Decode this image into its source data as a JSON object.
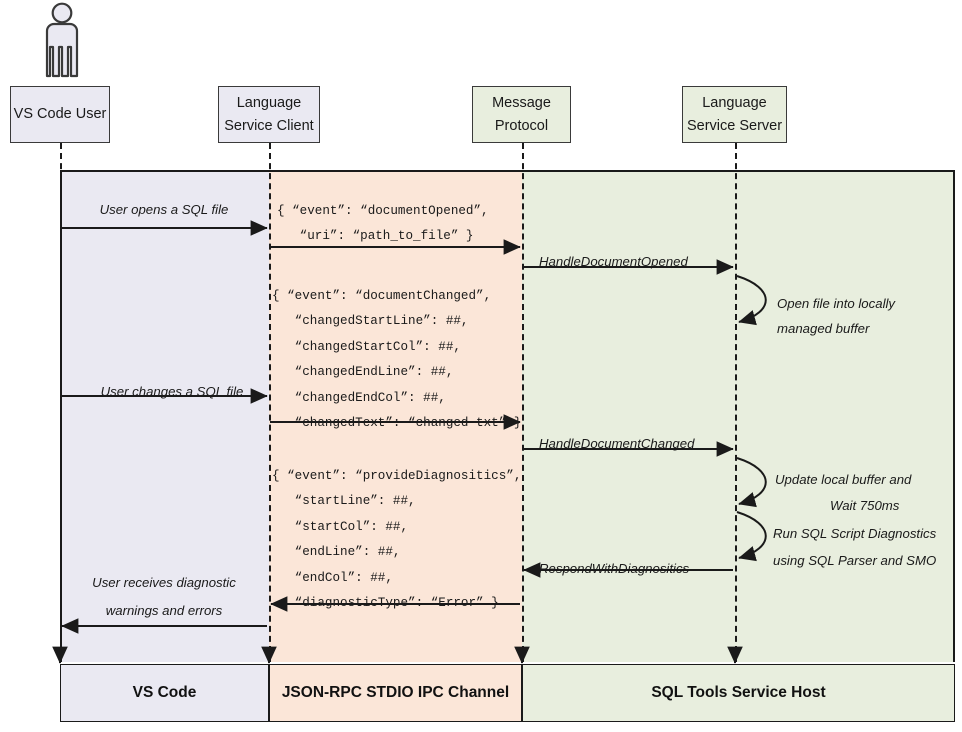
{
  "diagram": {
    "type": "sequence-diagram",
    "colors": {
      "vscode_band": "#eae9f2",
      "ipc_band": "#fbe6d8",
      "host_band": "#e8eede",
      "stroke": "#1a1a1a"
    }
  },
  "actor": {
    "name": "vs-code-user-actor"
  },
  "lifelines": [
    {
      "id": "vscode-user",
      "line1": "VS Code User",
      "line2": ""
    },
    {
      "id": "language-service-client",
      "line1": "Language",
      "line2": "Service Client"
    },
    {
      "id": "message-protocol",
      "line1": "Message",
      "line2": "Protocol"
    },
    {
      "id": "language-service-server",
      "line1": "Language",
      "line2": "Service Server"
    }
  ],
  "messages": {
    "user_opens": "User opens a SQL file",
    "user_changes": "User changes a SQL file",
    "user_receives_1": "User receives diagnostic",
    "user_receives_2": "warnings and errors",
    "handle_document_opened": "HandleDocumentOpened",
    "handle_document_changed": "HandleDocumentChanged",
    "respond_with_diagnositics": "RespondWithDiagnositics"
  },
  "self_notes": [
    {
      "id": "open-file-note",
      "line1": "Open file into locally",
      "line2": "managed buffer"
    },
    {
      "id": "update-buffer-note",
      "line1": "Update local buffer and",
      "line2": "Wait 750ms"
    },
    {
      "id": "run-diagnostics-note",
      "line1": "Run SQL Script Diagnostics",
      "line2": "using SQL Parser and SMO"
    }
  ],
  "payloads": {
    "document_opened": "{ “event”: “documentOpened”,\n   “uri”: “path_to_file” }",
    "document_changed": "{ “event”: “documentChanged”,\n   “changedStartLine”: ##,\n   “changedStartCol”: ##,\n   “changedEndLine”: ##,\n   “changedEndCol”: ##,\n   “changedText”: “changed txt” }",
    "provide_diagnositics": "{ “event”: “provideDiagnositics”,\n   “startLine”: ##,\n   “startCol”: ##,\n   “endLine”: ##,\n   “endCol”: ##,\n   “diagnosticType”: “Error” }"
  },
  "footer": {
    "vscode": "VS Code",
    "ipc": "JSON-RPC STDIO IPC Channel",
    "host": "SQL Tools Service Host"
  }
}
